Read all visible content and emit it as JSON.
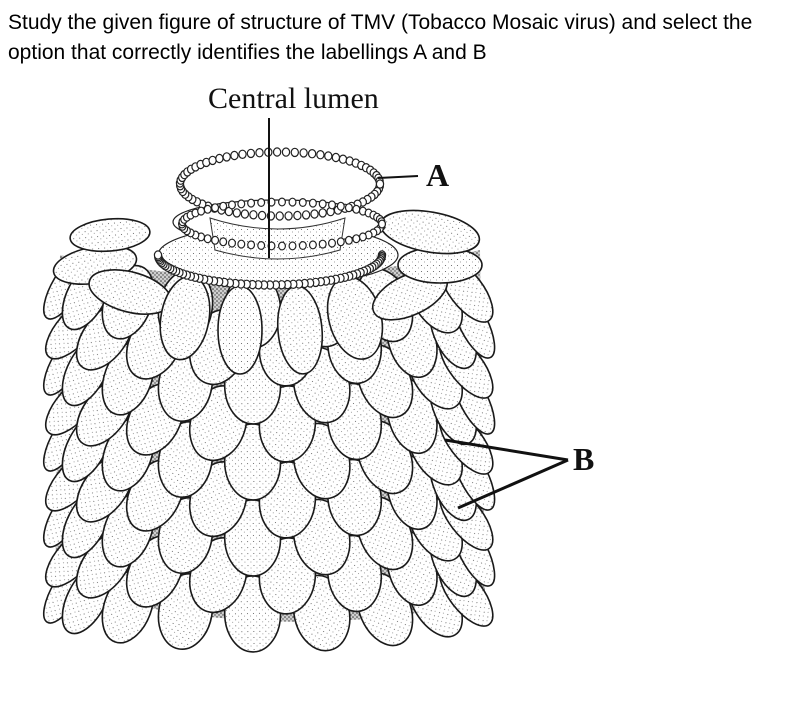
{
  "question": {
    "text": "Study the given figure of structure of TMV (Tobacco Mosaic virus) and select the option that correctly identifies the labellings A and B"
  },
  "figure": {
    "central_label": "Central lumen",
    "label_a": "A",
    "label_b": "B"
  }
}
